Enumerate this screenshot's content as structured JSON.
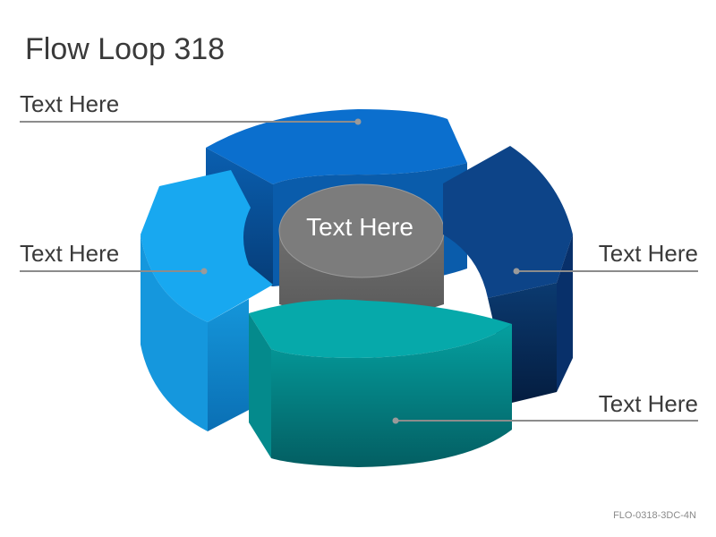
{
  "title": "Flow Loop 318",
  "labels": {
    "top_left": "Text Here",
    "mid_left": "Text Here",
    "mid_right": "Text Here",
    "bottom_right": "Text Here",
    "center": "Text Here"
  },
  "code": "FLO-0318-3DC-4N",
  "colors": {
    "blue": "#0a6fc8",
    "navy": "#0c3f7a",
    "light_blue": "#1aa6ef",
    "teal": "#069c9e",
    "gray_cylinder": "#7a7a7a",
    "leader_line": "#8c8c8c"
  }
}
